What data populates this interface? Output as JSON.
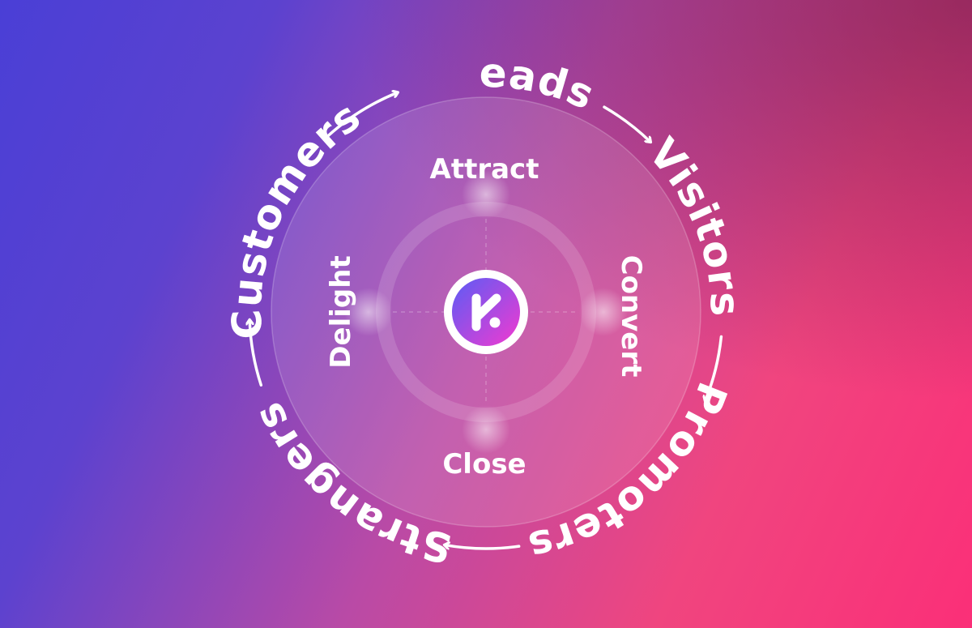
{
  "outer_cycle": [
    {
      "label": "Leads"
    },
    {
      "label": "Visitors"
    },
    {
      "label": "Promoters"
    },
    {
      "label": "Strangers"
    },
    {
      "label": "Customers"
    }
  ],
  "inner_stages": {
    "top": "Attract",
    "right": "Convert",
    "bottom": "Close",
    "left": "Delight"
  },
  "center_logo": {
    "icon": "k-logo-icon",
    "gradient": [
      "#5b5cf5",
      "#f23ad0"
    ]
  },
  "colors": {
    "text": "#ffffff",
    "bg_left": "#4a3fd6",
    "bg_right": "#fb2f78"
  }
}
